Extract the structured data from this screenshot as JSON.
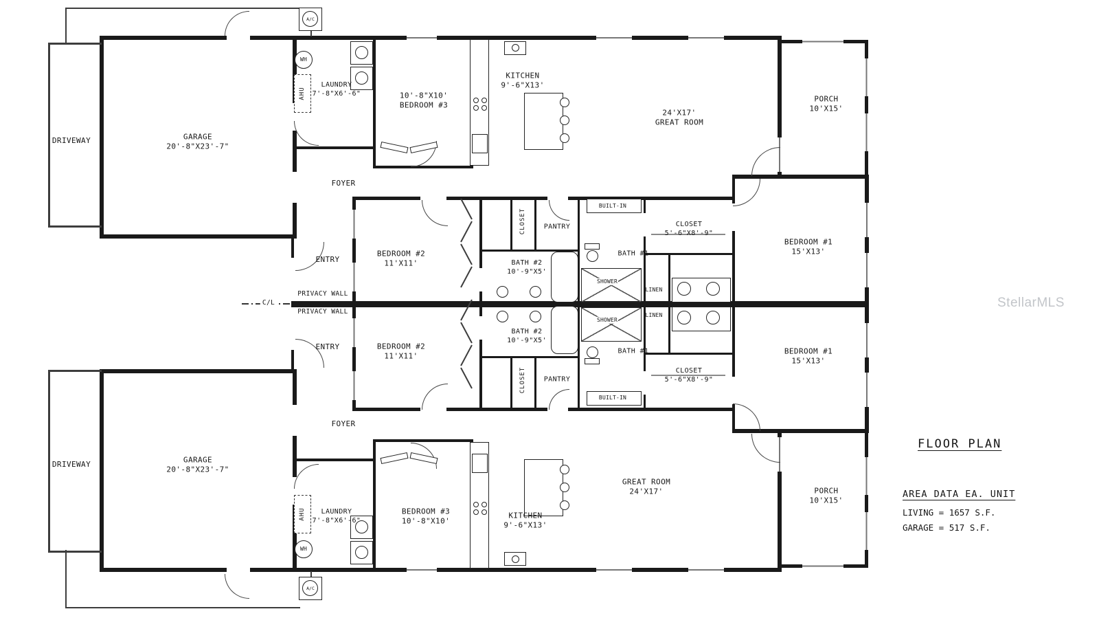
{
  "title_block": {
    "title": "FLOOR PLAN",
    "area_heading": "AREA DATA EA. UNIT",
    "living": "LIVING = 1657 S.F.",
    "garage": "GARAGE = 517 S.F."
  },
  "watermark": "StellarMLS",
  "center": {
    "cl": "C/L",
    "privacy_wall": "PRIVACY WALL"
  },
  "labels": {
    "driveway": "DRIVEWAY",
    "garage_name": "GARAGE",
    "garage_dims": "20'-8\"X23'-7\"",
    "wh": "WH",
    "ahu": "AHU",
    "ac": "A/C",
    "laundry_name": "LAUNDRY",
    "laundry_dims": "7'-8\"X6'-6\"",
    "bedroom3_name": "BEDROOM #3",
    "bedroom3_dims": "10'-8\"X10'",
    "kitchen_name": "KITCHEN",
    "kitchen_dims": "9'-6\"X13'",
    "great_room_name": "GREAT ROOM",
    "great_room_dims": "24'X17'",
    "porch_name": "PORCH",
    "porch_dims": "10'X15'",
    "foyer": "FOYER",
    "entry": "ENTRY",
    "bedroom2_name": "BEDROOM #2",
    "bedroom2_dims": "11'X11'",
    "bath2_name": "BATH #2",
    "bath2_dims": "10'-9\"X5'",
    "closet": "CLOSET",
    "pantry": "PANTRY",
    "built_in": "BUILT-IN",
    "bath1": "BATH #1",
    "closet1_name": "CLOSET",
    "closet1_dims": "5'-6\"X8'-9\"",
    "bedroom1_name": "BEDROOM #1",
    "bedroom1_dims": "15'X13'",
    "shower": "SHOWER",
    "linen": "LINEN"
  }
}
